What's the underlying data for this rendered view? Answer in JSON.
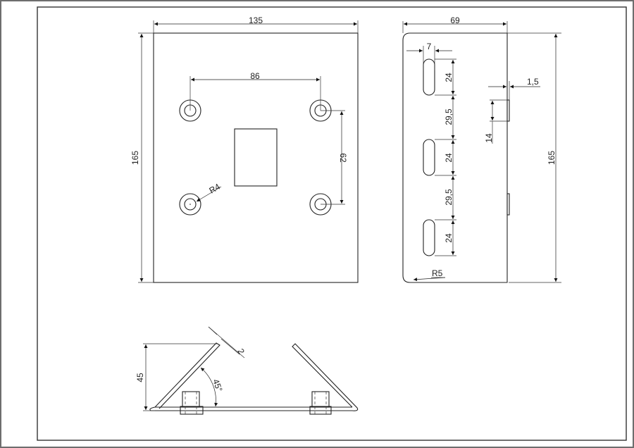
{
  "drawing": {
    "front_view": {
      "width_dim": "135",
      "height_dim": "165",
      "hole_spacing_x": "86",
      "hole_spacing_y": "62",
      "hole_radius": "R4"
    },
    "side_view": {
      "width_dim": "69",
      "height_dim": "165",
      "slot_width": "7",
      "slot_length_1": "24",
      "slot_gap_1": "29,5",
      "slot_length_2": "24",
      "slot_gap_2": "29,5",
      "slot_length_3": "24",
      "tab_thickness": "1,5",
      "tab_length": "14",
      "corner_radius": "R5"
    },
    "bottom_view": {
      "height_dim": "45",
      "thickness_dim": "2",
      "angle_dim": "45°"
    }
  }
}
